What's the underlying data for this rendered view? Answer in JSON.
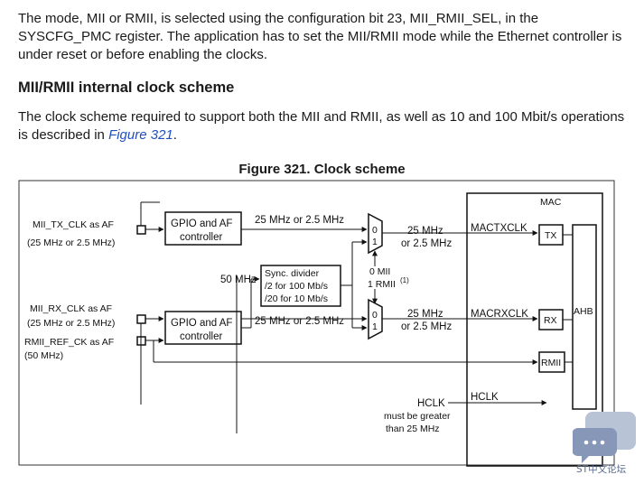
{
  "intro": {
    "text": "The mode, MII or RMII, is selected using the configuration bit 23, MII_RMII_SEL, in the SYSCFG_PMC register. The application has to set the MII/RMII mode while the Ethernet controller is under reset or before enabling the clocks."
  },
  "section": {
    "heading": "MII/RMII internal clock scheme",
    "text_before": "The clock scheme required to support both the MII and RMII, as well as 10 and 100 Mbit/s operations is described in ",
    "figure_link": "Figure 321",
    "text_after": "."
  },
  "figure": {
    "title": "Figure 321. Clock scheme",
    "inputs": {
      "mii_tx_clk": {
        "line1": "MII_TX_CLK as AF",
        "line2": "(25 MHz or 2.5 MHz)"
      },
      "mii_rx_clk": {
        "line1": "MII_RX_CLK as AF",
        "line2": "(25 MHz or 2.5 MHz)"
      },
      "rmii_ref_ck": {
        "line1": "RMII_REF_CK as AF",
        "line2": "(50 MHz)"
      }
    },
    "gpio_tx": {
      "line1": "GPIO and AF",
      "line2": "controller"
    },
    "gpio_rx": {
      "line1": "GPIO and AF",
      "line2": "controller"
    },
    "sync_divider": {
      "line1": "Sync. divider",
      "line2": "/2 for 100 Mb/s",
      "line3": "/20 for 10 Mb/s"
    },
    "labels": {
      "freq_top": "25 MHz or 2.5 MHz",
      "freq_mid": "25 MHz or 2.5 MHz",
      "fifty_mhz": "50 MHz",
      "mux_out_top_1": "25 MHz",
      "mux_out_top_2": "or 2.5 MHz",
      "mux_out_bot_1": "25 MHz",
      "mux_out_bot_2": "or 2.5 MHz",
      "sel_mii": "0 MII",
      "sel_rmii": "1 RMII",
      "sel_note": "(1)",
      "mux_in0": "0",
      "mux_in1": "1",
      "hclk_left": "HCLK",
      "hclk_note1": "must be greater",
      "hclk_note2": "than 25 MHz",
      "macrxclk": "MACRXCLK",
      "mactxclk": "MACTXCLK",
      "hclk_right": "HCLK"
    },
    "mac": {
      "title": "MAC",
      "tx": "TX",
      "rx": "RX",
      "rmii": "RMII",
      "ahb": "AHB"
    }
  },
  "watermark": {
    "text": "ST中文论坛",
    "color": "#5b6c8f"
  }
}
